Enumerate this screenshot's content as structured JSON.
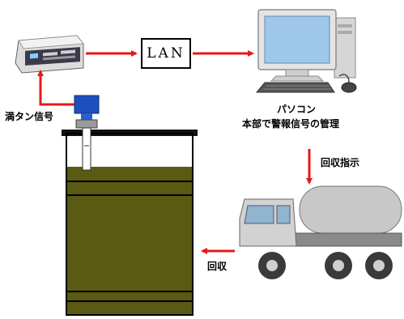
{
  "labels": {
    "lan": "LAN",
    "full_tank_signal": "満タン信号",
    "pc": "パソコン",
    "pc_caption": "本部で警報信号の管理",
    "collection_instruction": "回収指示",
    "collection": "回収"
  },
  "colors": {
    "arrow": "#e41a1a",
    "liquid": "#5a5a12",
    "tank_outline": "#000000",
    "sensor": "#1f4fbf",
    "truck_body": "#c8c8c8"
  },
  "icons": {
    "controller": "alarm-controller-icon",
    "computer": "desktop-computer-icon",
    "truck": "tanker-truck-icon",
    "sensor": "level-sensor-icon"
  }
}
